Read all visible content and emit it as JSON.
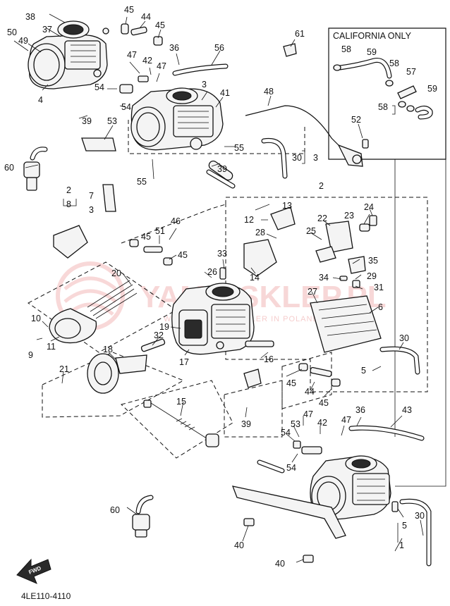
{
  "diagram_code": "4LE110-4110",
  "california_box_title": "CALIFORNIA ONLY",
  "forward_arrow_label": "FWD",
  "watermark": {
    "name": "YAMA-SKLEP.PL",
    "tagline": "WORLD'S BEST DEALER IN POLAND"
  },
  "callouts": {
    "c38": "38",
    "c50": "50",
    "c37": "37",
    "c49": "49",
    "c4": "4",
    "c45a": "45",
    "c44a": "44",
    "c45b": "45",
    "c47a": "47",
    "c42a": "42",
    "c47b": "47",
    "c36a": "36",
    "c56": "56",
    "c61": "61",
    "c3a": "3",
    "c41": "41",
    "c48": "48",
    "c54a": "54",
    "c54b": "54",
    "c39a": "39",
    "c53a": "53",
    "c52": "52",
    "c58a": "58",
    "c59a": "59",
    "c58b": "58",
    "c57": "57",
    "c59b": "59",
    "c58c": "58",
    "c55a": "55",
    "c55b": "55",
    "c39b": "39",
    "c30a": "30",
    "c3b": "3",
    "c60a": "60",
    "c2a": "2",
    "c7": "7",
    "c8": "8",
    "c3c": "3",
    "c2b": "2",
    "c13": "13",
    "c12": "12",
    "c22": "22",
    "c23": "23",
    "c24": "24",
    "c28": "28",
    "c25": "25",
    "c46": "46",
    "c45c": "45",
    "c51": "51",
    "c45d": "45",
    "c33": "33",
    "c14": "14",
    "c35": "35",
    "c26": "26",
    "c34": "34",
    "c29": "29",
    "c31": "31",
    "c20": "20",
    "c27": "27",
    "c6": "6",
    "c10": "10",
    "c9": "9",
    "c11": "11",
    "c19": "19",
    "c32": "32",
    "c18": "18",
    "c17": "17",
    "c30b": "30",
    "c5a": "5",
    "c16": "16",
    "c21": "21",
    "c45e": "45",
    "c44b": "44",
    "c45f": "45",
    "c15": "15",
    "c39c": "39",
    "c36b": "36",
    "c43": "43",
    "c47c": "47",
    "c53b": "53",
    "c42b": "42",
    "c47d": "47",
    "c54c": "54",
    "c54d": "54",
    "c60b": "60",
    "c5b": "5",
    "c30c": "30",
    "c1": "1",
    "c40a": "40",
    "c40b": "40"
  }
}
